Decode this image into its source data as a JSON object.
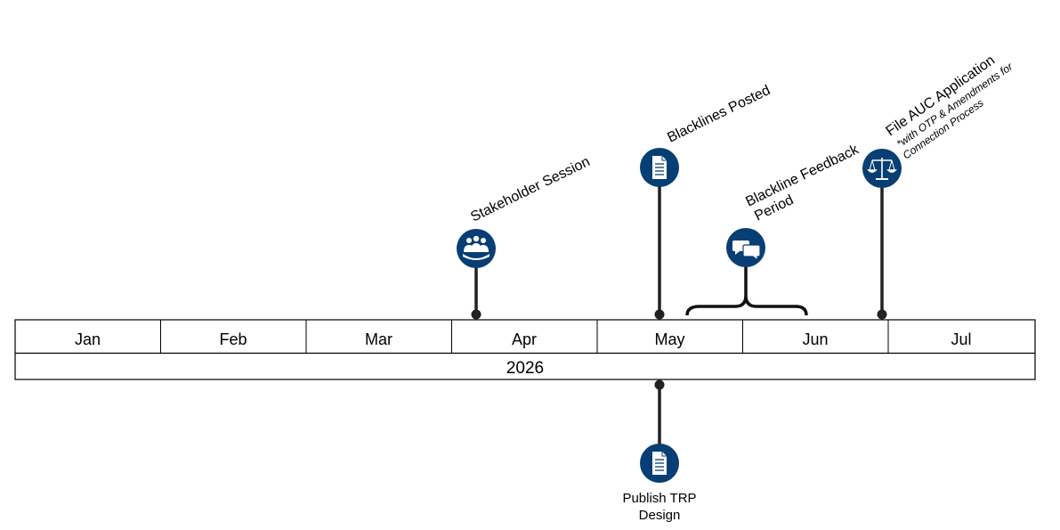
{
  "timeline": {
    "months": [
      "Jan",
      "Feb",
      "Mar",
      "Apr",
      "May",
      "Jun",
      "Jul"
    ],
    "year": "2026"
  },
  "milestones": {
    "stakeholder_session": {
      "label": "Stakeholder Session",
      "icon": "people-group-icon"
    },
    "blacklines_posted": {
      "label": "Blacklines Posted",
      "icon": "document-icon"
    },
    "blackline_feedback": {
      "line1": "Blackline Feedback",
      "line2": "Period",
      "icon": "speech-bubbles-icon"
    },
    "file_auc": {
      "label": "File AUC Application",
      "note1": "*with OTP & Amendments for",
      "note2": "Connection Process",
      "icon": "scales-of-justice-icon"
    },
    "publish_trp": {
      "line1": "Publish TRP",
      "line2": "Design",
      "icon": "document-icon"
    }
  },
  "colors": {
    "icon_fill": "#073f75",
    "stem": "#222222",
    "border": "#000000"
  }
}
